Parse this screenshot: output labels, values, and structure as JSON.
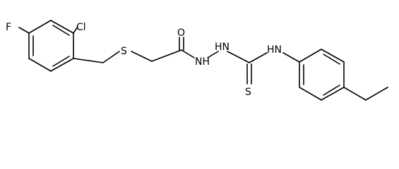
{
  "molecule": {
    "atoms": {
      "F": "F",
      "Cl": "Cl",
      "S_thioether": "S",
      "O": "O",
      "NH_1": "NH",
      "HN_2": "HN",
      "HN_3": "HN",
      "S_thione": "S"
    },
    "colors": {
      "bond": "#000000",
      "label": "#000000",
      "background": "#ffffff"
    }
  }
}
